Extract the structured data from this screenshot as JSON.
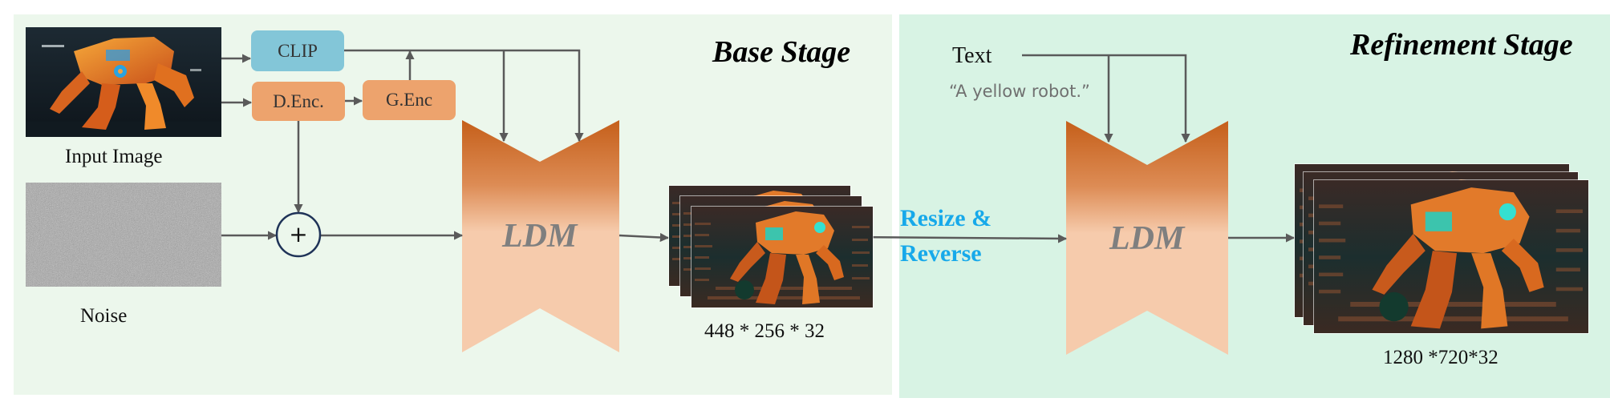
{
  "base_stage": {
    "title": "Base Stage",
    "input_image_label": "Input Image",
    "noise_label": "Noise",
    "clip_label": "CLIP",
    "denc_label": "D.Enc.",
    "genc_label": "G.Enc",
    "plus_symbol": "+",
    "ldm_label": "LDM",
    "output_size_label": "448 * 256 * 32"
  },
  "transition": {
    "line1": "Resize &",
    "line2": "Reverse"
  },
  "refinement_stage": {
    "title": "Refinement Stage",
    "text_label": "Text",
    "prompt_text": "“A yellow robot.”",
    "ldm_label": "LDM",
    "output_size_label": "1280 *720*32"
  },
  "colors": {
    "base_panel_bg": "#ecf7ec",
    "refinement_panel_bg": "#d8f3e4",
    "clip_box": "#83c6d8",
    "encoder_box": "#eda36d",
    "ldm_gradient_top": "#c55f1a",
    "ldm_gradient_bottom": "#f6cbac",
    "transition_text": "#17a9ea",
    "arrow": "#5a5a5a",
    "plus_circle": "#1f3358"
  }
}
